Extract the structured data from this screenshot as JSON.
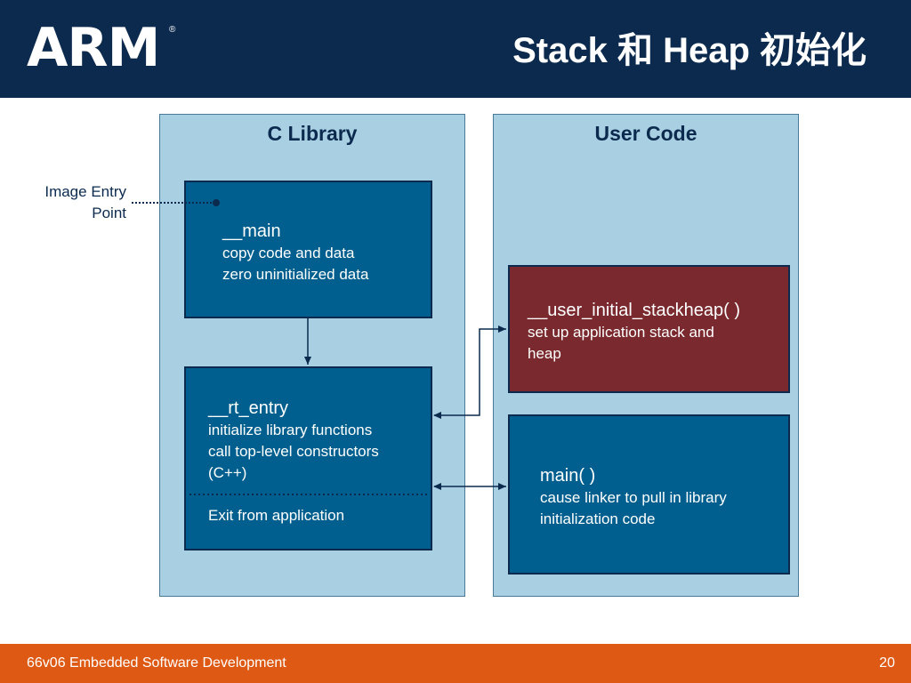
{
  "header": {
    "logo": "ARM",
    "logo_mark": "®",
    "title": "Stack 和 Heap 初始化"
  },
  "columns": {
    "c_library": "C Library",
    "user_code": "User Code"
  },
  "entry_point": {
    "line1": "Image Entry",
    "line2": "Point"
  },
  "boxes": {
    "main": {
      "title": "__main",
      "lines": [
        "copy code and data",
        "zero uninitialized data"
      ]
    },
    "rt_entry": {
      "title": "__rt_entry",
      "lines": [
        "initialize library functions",
        "call top-level constructors",
        "(C++)"
      ],
      "exit": "Exit from application"
    },
    "stackheap": {
      "title": "__user_initial_stackheap( )",
      "lines": [
        "set up application stack and",
        "heap"
      ]
    },
    "user_main": {
      "title": "main( )",
      "lines": [
        "cause linker to pull in library",
        "initialization code"
      ]
    }
  },
  "colors": {
    "header_bg": "#0b2a4e",
    "panel_bg": "#a8cfe2",
    "box_blue": "#005f8e",
    "box_red": "#7a2a2e",
    "footer_bg": "#de5a14"
  },
  "footer": {
    "course": "66v06 Embedded Software Development",
    "page": "20"
  }
}
